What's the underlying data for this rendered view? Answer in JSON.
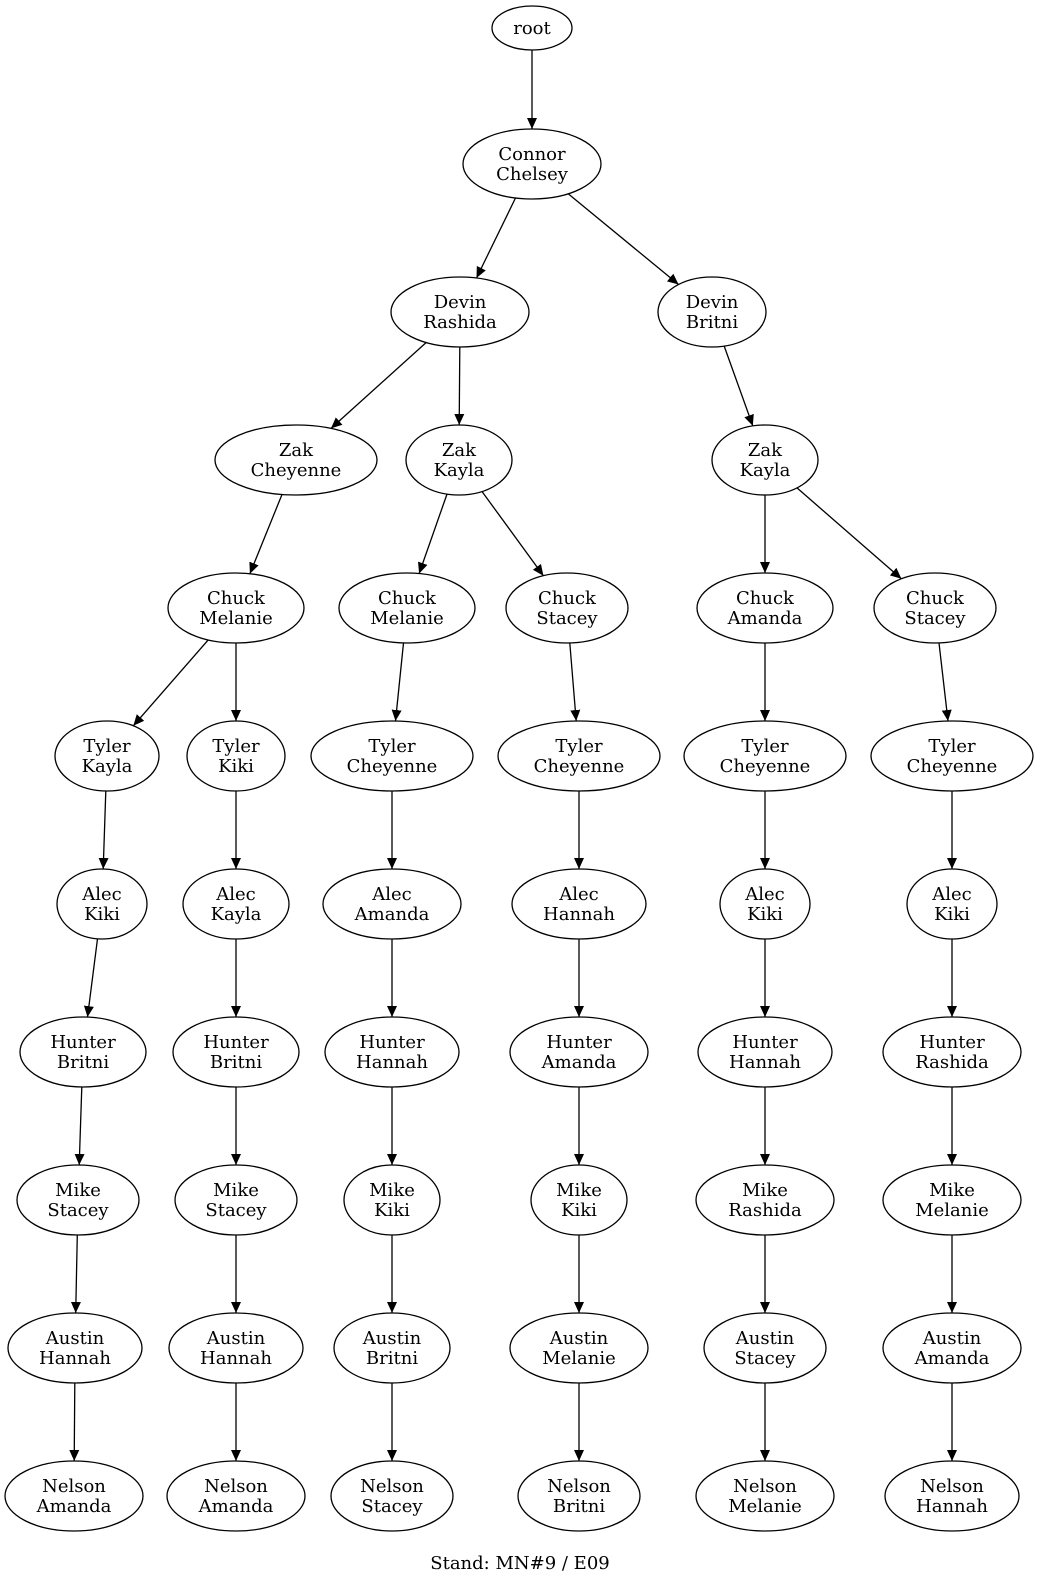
{
  "caption": "Stand: MN#9 / E09",
  "nodes": {
    "root": [
      "root"
    ],
    "n1": [
      "Connor",
      "Chelsey"
    ],
    "n2": [
      "Devin",
      "Rashida"
    ],
    "n3": [
      "Devin",
      "Britni"
    ],
    "n4": [
      "Zak",
      "Cheyenne"
    ],
    "n5": [
      "Zak",
      "Kayla"
    ],
    "n6": [
      "Zak",
      "Kayla"
    ],
    "n7": [
      "Chuck",
      "Melanie"
    ],
    "n8": [
      "Chuck",
      "Melanie"
    ],
    "n9": [
      "Chuck",
      "Stacey"
    ],
    "n10": [
      "Chuck",
      "Amanda"
    ],
    "n11": [
      "Chuck",
      "Stacey"
    ],
    "n12": [
      "Tyler",
      "Kayla"
    ],
    "n13": [
      "Tyler",
      "Kiki"
    ],
    "n14": [
      "Tyler",
      "Cheyenne"
    ],
    "n15": [
      "Tyler",
      "Cheyenne"
    ],
    "n16": [
      "Tyler",
      "Cheyenne"
    ],
    "n17": [
      "Tyler",
      "Cheyenne"
    ],
    "n18": [
      "Alec",
      "Kiki"
    ],
    "n19": [
      "Alec",
      "Kayla"
    ],
    "n20": [
      "Alec",
      "Amanda"
    ],
    "n21": [
      "Alec",
      "Hannah"
    ],
    "n22": [
      "Alec",
      "Kiki"
    ],
    "n23": [
      "Alec",
      "Kiki"
    ],
    "n24": [
      "Hunter",
      "Britni"
    ],
    "n25": [
      "Hunter",
      "Britni"
    ],
    "n26": [
      "Hunter",
      "Hannah"
    ],
    "n27": [
      "Hunter",
      "Amanda"
    ],
    "n28": [
      "Hunter",
      "Hannah"
    ],
    "n29": [
      "Hunter",
      "Rashida"
    ],
    "n30": [
      "Mike",
      "Stacey"
    ],
    "n31": [
      "Mike",
      "Stacey"
    ],
    "n32": [
      "Mike",
      "Kiki"
    ],
    "n33": [
      "Mike",
      "Kiki"
    ],
    "n34": [
      "Mike",
      "Rashida"
    ],
    "n35": [
      "Mike",
      "Melanie"
    ],
    "n36": [
      "Austin",
      "Hannah"
    ],
    "n37": [
      "Austin",
      "Hannah"
    ],
    "n38": [
      "Austin",
      "Britni"
    ],
    "n39": [
      "Austin",
      "Melanie"
    ],
    "n40": [
      "Austin",
      "Stacey"
    ],
    "n41": [
      "Austin",
      "Amanda"
    ],
    "n42": [
      "Nelson",
      "Amanda"
    ],
    "n43": [
      "Nelson",
      "Amanda"
    ],
    "n44": [
      "Nelson",
      "Stacey"
    ],
    "n45": [
      "Nelson",
      "Britni"
    ],
    "n46": [
      "Nelson",
      "Melanie"
    ],
    "n47": [
      "Nelson",
      "Hannah"
    ]
  },
  "edges": [
    [
      "root",
      "n1"
    ],
    [
      "n1",
      "n2"
    ],
    [
      "n1",
      "n3"
    ],
    [
      "n2",
      "n4"
    ],
    [
      "n2",
      "n5"
    ],
    [
      "n3",
      "n6"
    ],
    [
      "n4",
      "n7"
    ],
    [
      "n5",
      "n8"
    ],
    [
      "n5",
      "n9"
    ],
    [
      "n6",
      "n10"
    ],
    [
      "n6",
      "n11"
    ],
    [
      "n7",
      "n12"
    ],
    [
      "n7",
      "n13"
    ],
    [
      "n8",
      "n14"
    ],
    [
      "n9",
      "n15"
    ],
    [
      "n10",
      "n16"
    ],
    [
      "n11",
      "n17"
    ],
    [
      "n12",
      "n18"
    ],
    [
      "n13",
      "n19"
    ],
    [
      "n14",
      "n20"
    ],
    [
      "n15",
      "n21"
    ],
    [
      "n16",
      "n22"
    ],
    [
      "n17",
      "n23"
    ],
    [
      "n18",
      "n24"
    ],
    [
      "n19",
      "n25"
    ],
    [
      "n20",
      "n26"
    ],
    [
      "n21",
      "n27"
    ],
    [
      "n22",
      "n28"
    ],
    [
      "n23",
      "n29"
    ],
    [
      "n24",
      "n30"
    ],
    [
      "n25",
      "n31"
    ],
    [
      "n26",
      "n32"
    ],
    [
      "n27",
      "n33"
    ],
    [
      "n28",
      "n34"
    ],
    [
      "n29",
      "n35"
    ],
    [
      "n30",
      "n36"
    ],
    [
      "n31",
      "n37"
    ],
    [
      "n32",
      "n38"
    ],
    [
      "n33",
      "n39"
    ],
    [
      "n34",
      "n40"
    ],
    [
      "n35",
      "n41"
    ],
    [
      "n36",
      "n42"
    ],
    [
      "n37",
      "n43"
    ],
    [
      "n38",
      "n44"
    ],
    [
      "n39",
      "n45"
    ],
    [
      "n40",
      "n46"
    ],
    [
      "n41",
      "n47"
    ]
  ]
}
